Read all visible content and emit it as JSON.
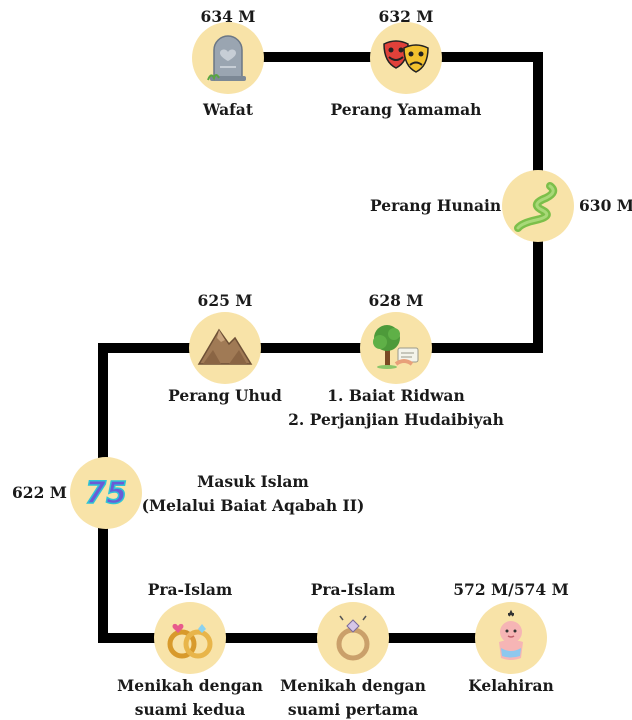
{
  "events": [
    {
      "id": "wafat",
      "year": "634 M",
      "label": "Wafat",
      "icon": "tombstone-icon"
    },
    {
      "id": "yamamah",
      "year": "632 M",
      "label": "Perang Yamamah",
      "icon": "theater-masks-icon"
    },
    {
      "id": "hunain",
      "year": "630 M",
      "label": "Perang Hunain",
      "icon": "winding-road-icon"
    },
    {
      "id": "hudaibiyah",
      "year": "628 M",
      "label_line1": "1. Baiat Ridwan",
      "label_line2": "2. Perjanjian Hudaibiyah",
      "icon": "tree-handshake-icon"
    },
    {
      "id": "uhud",
      "year": "625 M",
      "label": "Perang Uhud",
      "icon": "mountain-icon"
    },
    {
      "id": "islam",
      "year": "622 M",
      "label_line1": "Masuk Islam",
      "label_line2": "(Melalui Baiat Aqabah II)",
      "icon": "number-75-icon",
      "icon_text": "75"
    },
    {
      "id": "kedua",
      "year": "Pra-Islam",
      "label_line1": "Menikah dengan",
      "label_line2": "suami kedua",
      "icon": "two-rings-icon"
    },
    {
      "id": "pertama",
      "year": "Pra-Islam",
      "label_line1": "Menikah dengan",
      "label_line2": "suami pertama",
      "icon": "ring-icon"
    },
    {
      "id": "lahir",
      "year": "572 M/574 M",
      "label": "Kelahiran",
      "icon": "baby-icon"
    }
  ],
  "colors": {
    "path": "#000000",
    "node_bg": "#f8e3a8",
    "text": "#1a1a1a"
  }
}
